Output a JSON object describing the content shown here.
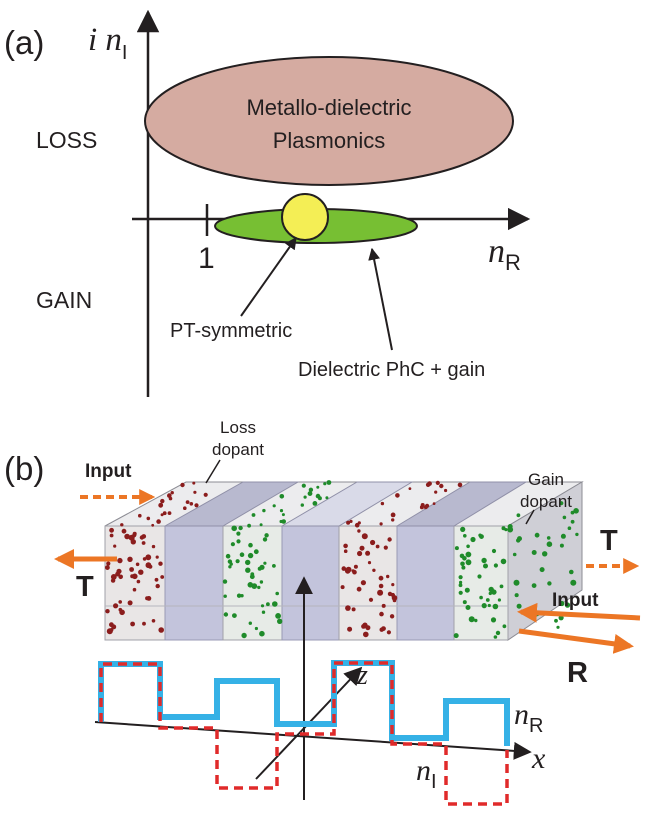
{
  "panel_a": {
    "label": "(a)",
    "y_axis": {
      "main": "i n",
      "sub": "I"
    },
    "x_axis": {
      "main": "n",
      "sub": "R",
      "tick": "1"
    },
    "loss_label": "LOSS",
    "gain_label": "GAIN",
    "region_metallo": [
      "Metallo-dielectric",
      "Plasmonics"
    ],
    "pt_label": "PT-symmetric",
    "phc_label": "Dielectric PhC + gain",
    "colors": {
      "metallo": "#d5aba1",
      "phc": "#77bf33",
      "pt": "#f4ee55"
    }
  },
  "panel_b": {
    "label": "(b)",
    "loss_dopant": [
      "Loss",
      "dopant"
    ],
    "gain_dopant": [
      "Gain",
      "dopant"
    ],
    "input_left": "Input",
    "t_left": "T",
    "t_right": "T",
    "input_right": "Input",
    "r_right": "R",
    "axis_z": "z",
    "axis_x": "x",
    "nR": {
      "main": "n",
      "sub": "R"
    },
    "nI": {
      "main": "n",
      "sub": "I"
    },
    "colors": {
      "arrow": "#ec7625",
      "nR_line": "#35b1e6",
      "nI_line": "#e02a2a",
      "loss_dot": "#8b1d1d",
      "gain_dot": "#1f8b2a"
    }
  }
}
